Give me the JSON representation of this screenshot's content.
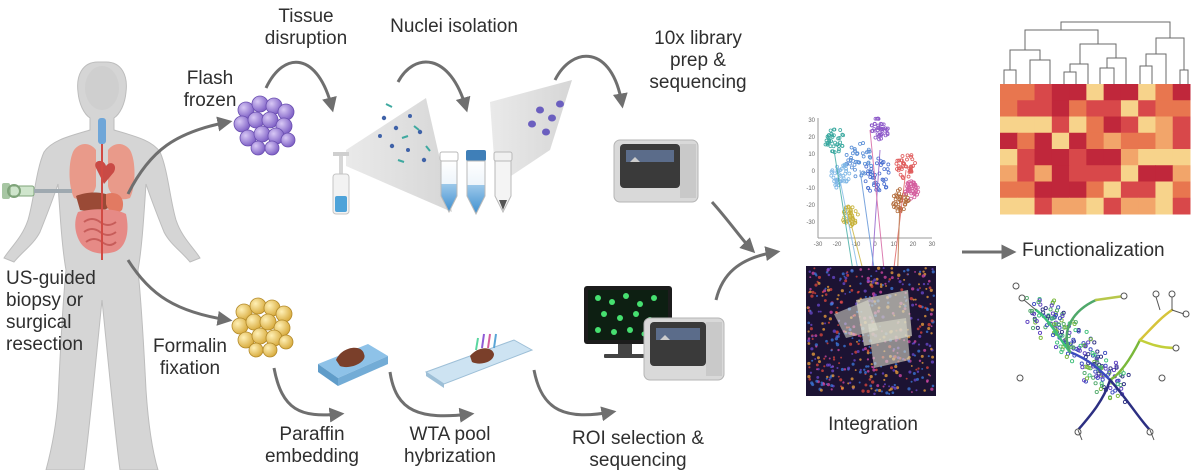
{
  "labels": {
    "biopsy": [
      "US-guided",
      "biopsy or",
      "surgical",
      "resection"
    ],
    "flash_frozen": [
      "Flash",
      "frozen"
    ],
    "formalin_fixation": [
      "Formalin",
      "fixation"
    ],
    "tissue_disruption": [
      "Tissue",
      "disruption"
    ],
    "nuclei_isolation": "Nuclei isolation",
    "library_prep": [
      "10x library",
      "prep &",
      "sequencing"
    ],
    "paraffin_embedding": [
      "Paraffin",
      "embedding"
    ],
    "wta_pool": [
      "WTA pool",
      "hybrization"
    ],
    "roi_selection": [
      "ROI selection &",
      "sequencing"
    ],
    "integration": "Integration",
    "functionalization": "Functionalization"
  },
  "scatter_axis": {
    "y_ticks": [
      "30",
      "20",
      "10",
      "0",
      "-10",
      "-20",
      "-30"
    ],
    "x_ticks": [
      "-30",
      "-20",
      "-10",
      "0",
      "10",
      "20",
      "30"
    ]
  },
  "colors": {
    "arrow": "#6f6f6f",
    "cell_purple": "#9b7fd6",
    "cell_yellow": "#e8c55a",
    "heat_dark": "#c0273b",
    "heat_light": "#f7d38b"
  }
}
